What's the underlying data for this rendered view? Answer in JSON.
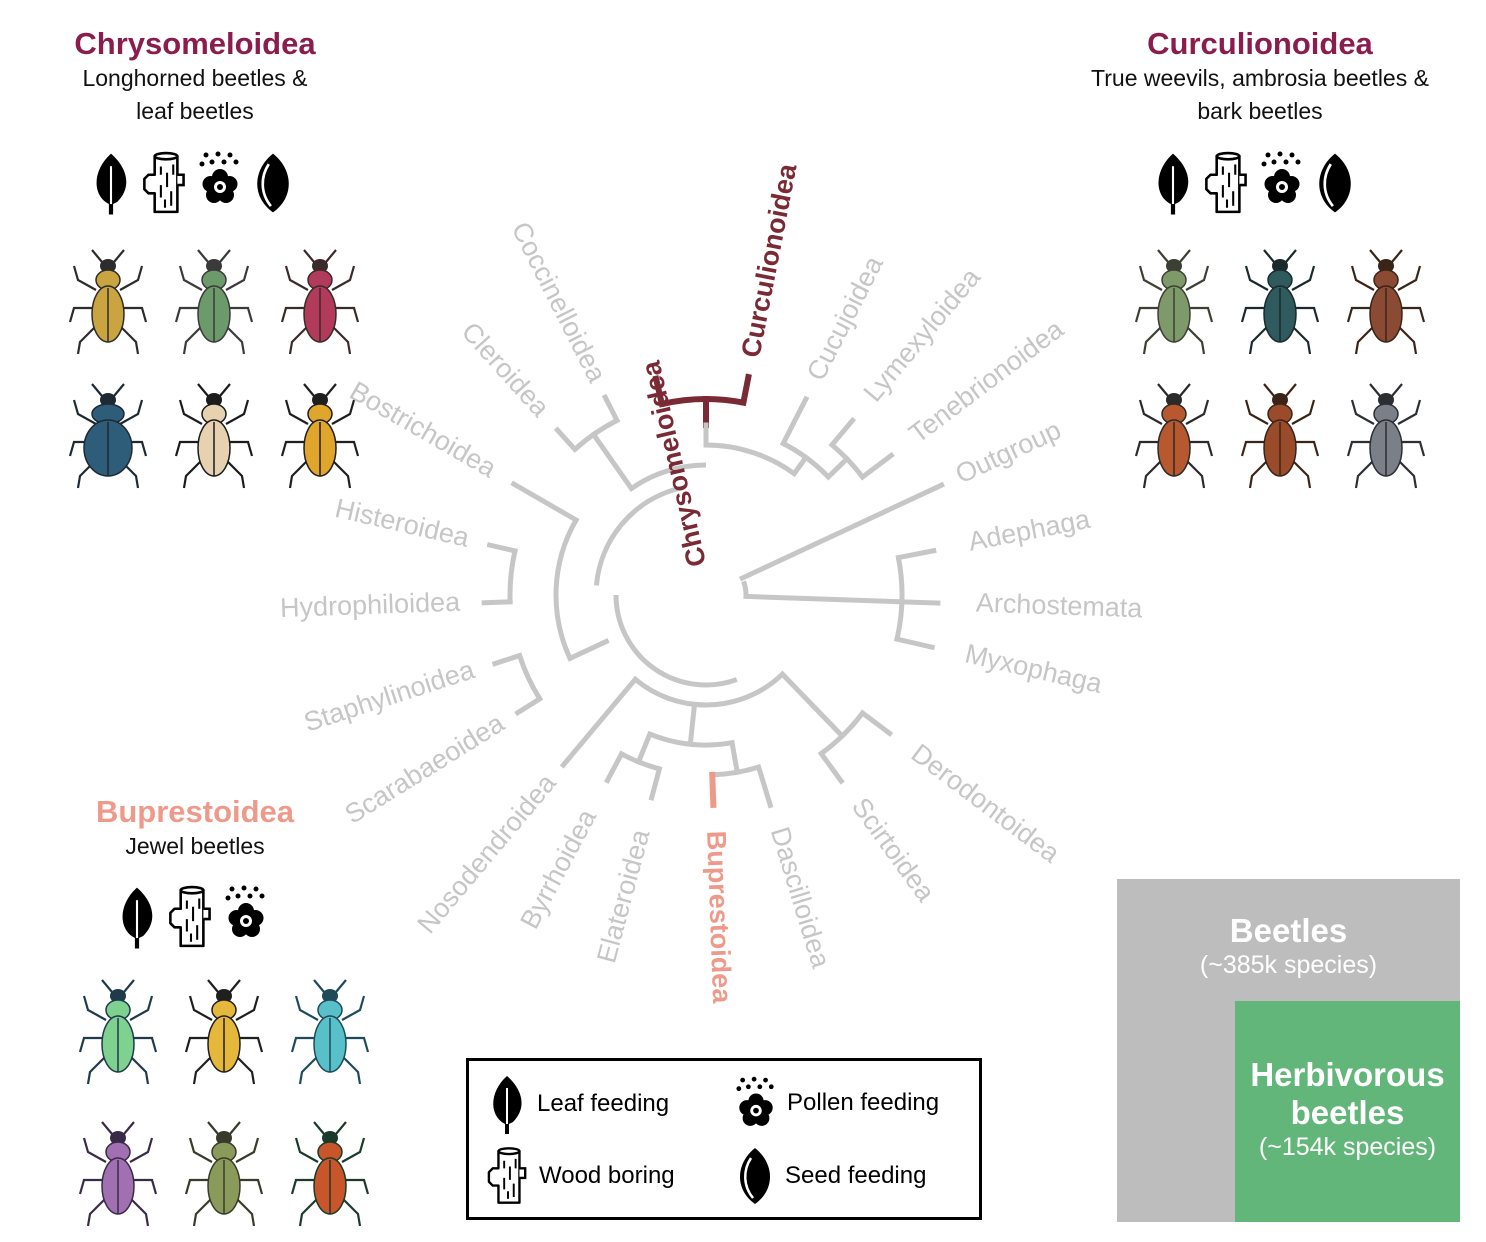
{
  "panels": {
    "chrysomeloidea": {
      "title": "Chrysomeloidea",
      "subtitle_line1": "Longhorned beetles &",
      "subtitle_line2": "leaf beetles",
      "color": "#8b1d4e",
      "icons": [
        "leaf-icon",
        "wood-icon",
        "pollen-icon",
        "seed-icon"
      ]
    },
    "curculionoidea": {
      "title": "Curculionoidea",
      "subtitle_line1": "True weevils, ambrosia beetles &",
      "subtitle_line2": "bark beetles",
      "color": "#8b1d4e",
      "icons": [
        "leaf-icon",
        "wood-icon",
        "pollen-icon",
        "seed-icon"
      ]
    },
    "buprestoidea": {
      "title": "Buprestoidea",
      "subtitle_line1": "Jewel beetles",
      "color": "#ee9a8a",
      "icons": [
        "leaf-icon",
        "wood-icon",
        "pollen-icon"
      ]
    }
  },
  "tree": {
    "branch_color": "#c6c6c6",
    "highlight_color": "#7a2a35",
    "bup_color": "#ee9a8a",
    "tips": [
      {
        "label": "Chrysomeloidea",
        "highlight": "chryso"
      },
      {
        "label": "Curculionoidea",
        "highlight": "chryso"
      },
      {
        "label": "Cucujoidea"
      },
      {
        "label": "Lymexyloidea"
      },
      {
        "label": "Tenebrionoidea"
      },
      {
        "label": "Outgroup"
      },
      {
        "label": "Adephaga"
      },
      {
        "label": "Archostemata"
      },
      {
        "label": "Myxophaga"
      },
      {
        "label": "Derodontoidea"
      },
      {
        "label": "Scirtoidea"
      },
      {
        "label": "Dascilloidea"
      },
      {
        "label": "Buprestoidea",
        "highlight": "bup"
      },
      {
        "label": "Elateroidea"
      },
      {
        "label": "Byrrhoidea"
      },
      {
        "label": "Nosodendroidea"
      },
      {
        "label": "Scarabaeoidea"
      },
      {
        "label": "Staphylinoidea"
      },
      {
        "label": "Hydrophiloidea"
      },
      {
        "label": "Histeroidea"
      },
      {
        "label": "Bostrichoidea"
      },
      {
        "label": "Cleroidea"
      },
      {
        "label": "Coccinelloidea"
      }
    ]
  },
  "legend": {
    "leaf": "Leaf feeding",
    "wood": "Wood boring",
    "pollen": "Pollen feeding",
    "seed": "Seed feeding"
  },
  "species_box": {
    "beetles_title": "Beetles",
    "beetles_count": "(~385k species)",
    "herb_title_line1": "Herbivorous",
    "herb_title_line2": "beetles",
    "herb_count": "(~154k species)",
    "beetles_color": "#bdbdbd",
    "herb_color": "#63b679"
  }
}
